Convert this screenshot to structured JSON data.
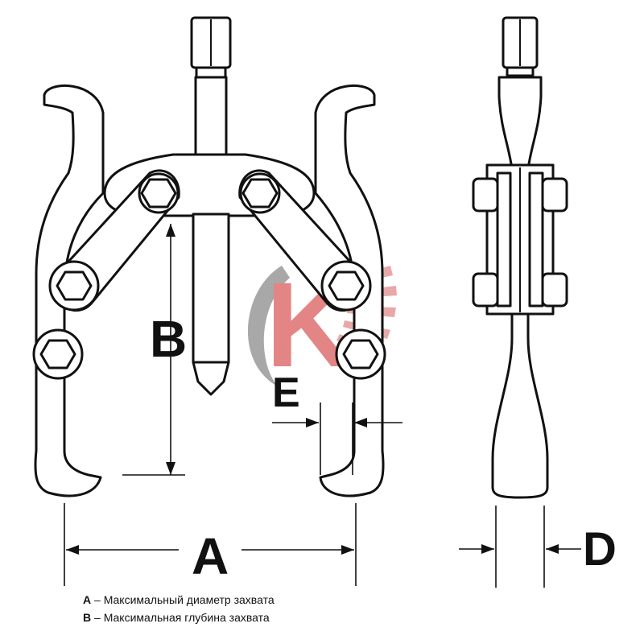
{
  "dimension_labels": {
    "a": "A",
    "b": "B",
    "e": "E",
    "d": "D"
  },
  "legend": [
    {
      "key": "A",
      "separator": " – ",
      "text": "Максимальный диаметр захвата"
    },
    {
      "key": "B",
      "separator": " – ",
      "text": "Максимальная глубина захвата"
    }
  ],
  "watermark": {
    "letter": "K",
    "colors": {
      "letter": "#e07070",
      "swoosh": "#9a9a9a"
    }
  }
}
